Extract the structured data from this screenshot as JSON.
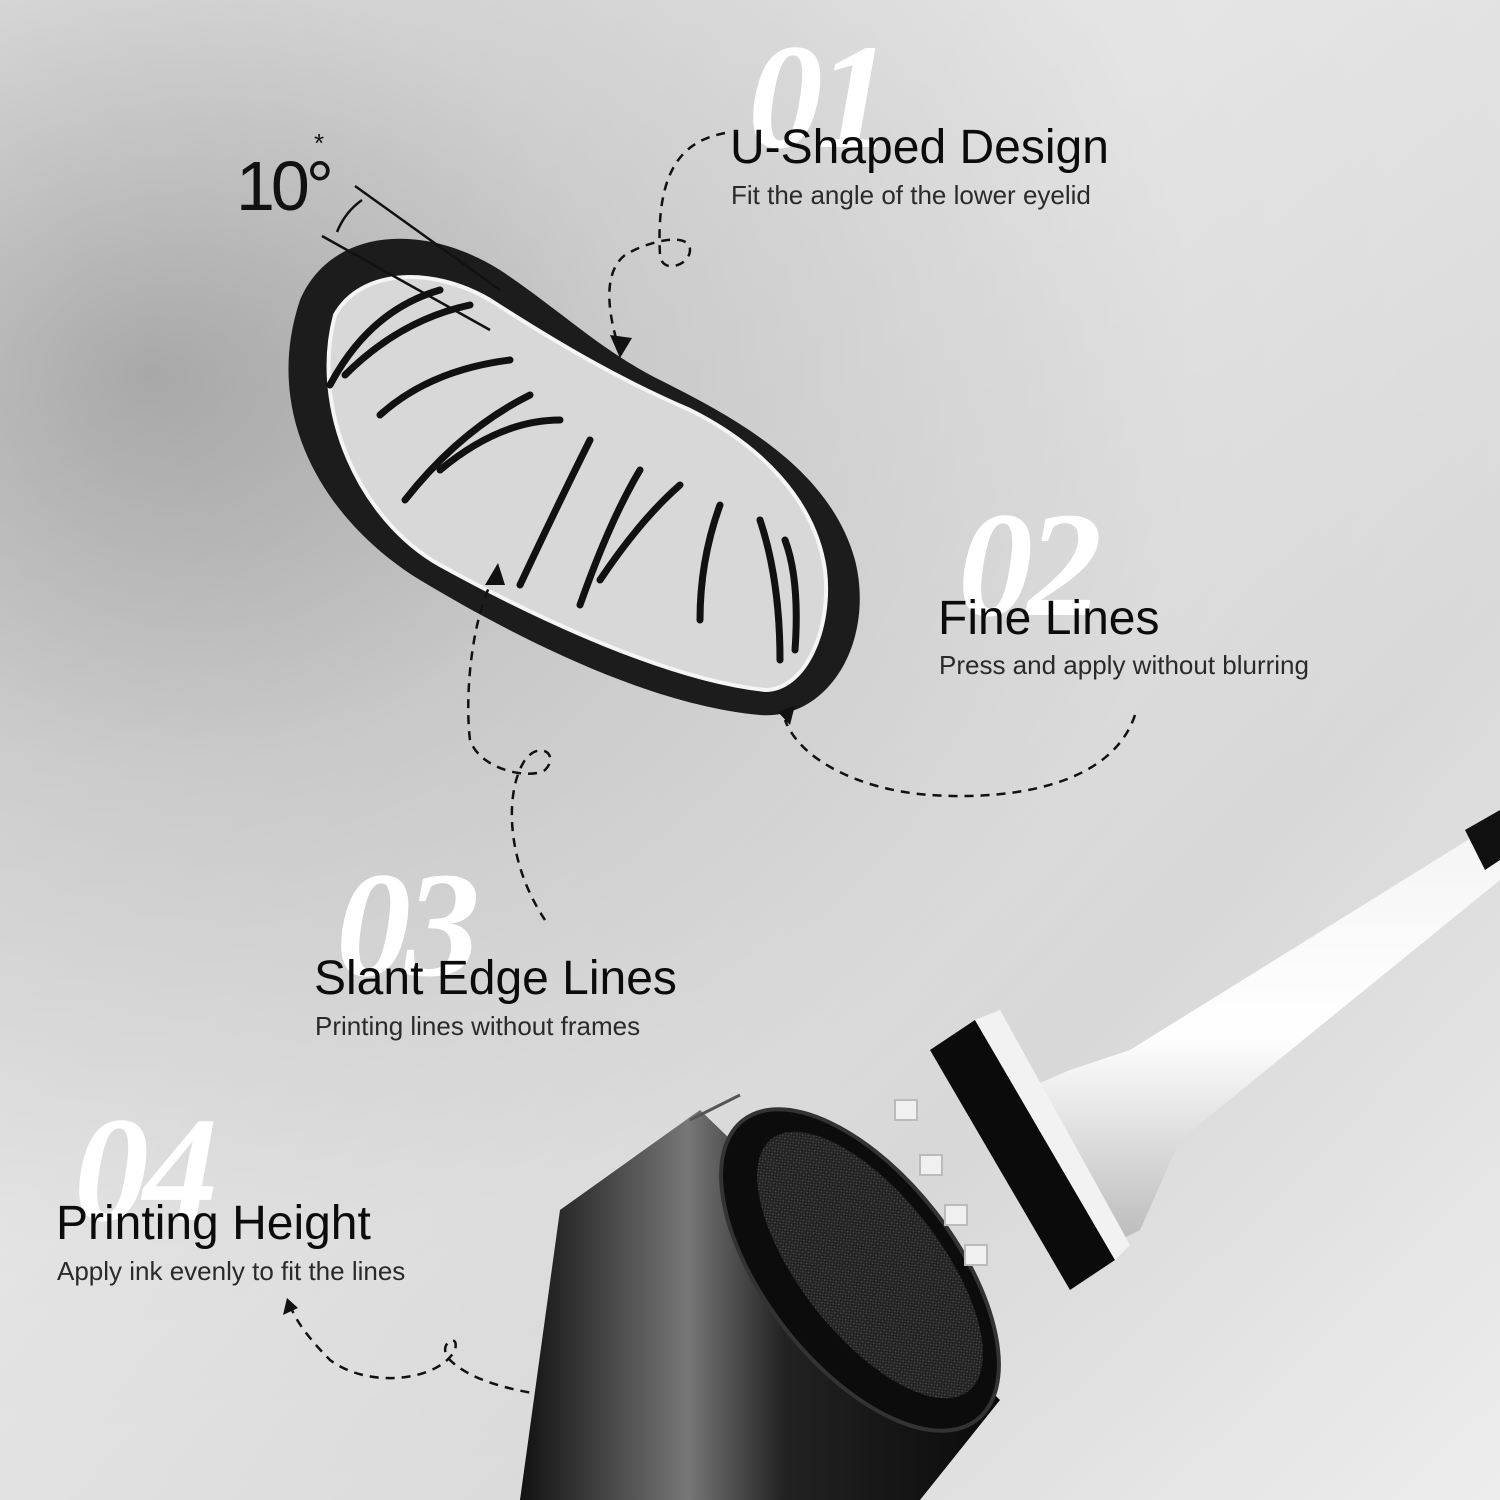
{
  "angle_label": {
    "value": "10°",
    "mark": "*"
  },
  "features": [
    {
      "number": "01",
      "title": "U-Shaped Design",
      "subtitle": "Fit the angle of the lower eyelid"
    },
    {
      "number": "02",
      "title": "Fine Lines",
      "subtitle": "Press and apply without blurring"
    },
    {
      "number": "03",
      "title": "Slant Edge Lines",
      "subtitle": "Printing lines without frames"
    },
    {
      "number": "04",
      "title": "Printing Height",
      "subtitle": "Apply ink evenly to fit the lines"
    }
  ],
  "colors": {
    "background": "#e6e6e6",
    "ink": "#0b0b0b",
    "number": "#ffffff",
    "stamp_frame": "#1a1a1a"
  }
}
